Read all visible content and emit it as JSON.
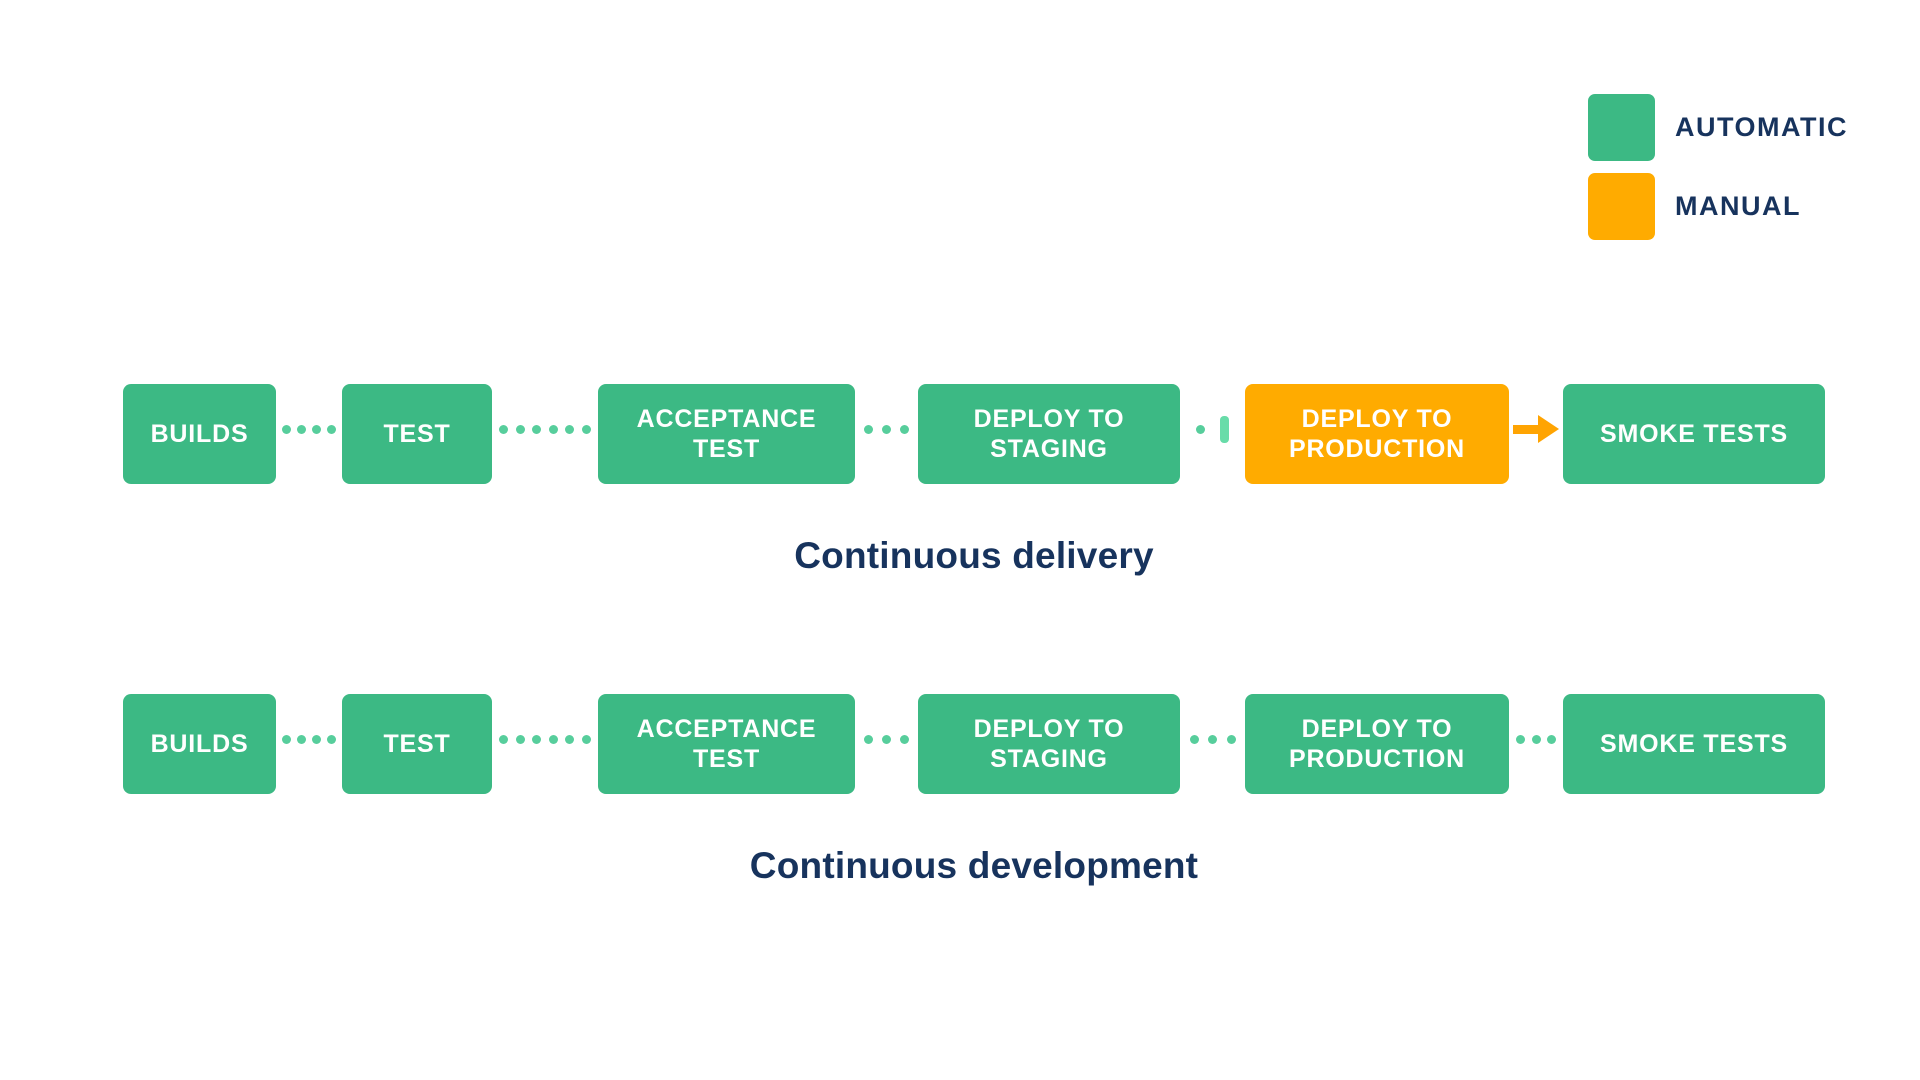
{
  "legend": {
    "items": [
      {
        "label": "AUTOMATIC",
        "type": "automatic",
        "color": "#3CB984"
      },
      {
        "label": "MANUAL",
        "type": "manual",
        "color": "#FFAB00"
      }
    ]
  },
  "colors": {
    "automatic_green": "#3CB984",
    "manual_orange": "#FFAB00",
    "connector_dot_green": "#57CE9C",
    "gate_light_green": "#68DCA9",
    "arrow_orange": "#FFA402",
    "text_navy": "#17335D",
    "stage_text_white": "#FFFFFF"
  },
  "pipelines": [
    {
      "name": "continuous-delivery",
      "caption": "Continuous delivery",
      "stages": [
        {
          "label": "BUILDS",
          "type": "automatic"
        },
        {
          "label": "TEST",
          "type": "automatic"
        },
        {
          "label": "ACCEPTANCE TEST",
          "type": "automatic"
        },
        {
          "label": "DEPLOY TO STAGING",
          "type": "automatic"
        },
        {
          "label": "DEPLOY TO PRODUCTION",
          "type": "manual"
        },
        {
          "label": "SMOKE TESTS",
          "type": "automatic"
        }
      ],
      "connectors": [
        {
          "type": "dots",
          "dots": 4
        },
        {
          "type": "dots",
          "dots": 6
        },
        {
          "type": "dots",
          "dots": 3
        },
        {
          "type": "dot-gate",
          "dots": 1
        },
        {
          "type": "arrow"
        }
      ]
    },
    {
      "name": "continuous-development",
      "caption": "Continuous development",
      "stages": [
        {
          "label": "BUILDS",
          "type": "automatic"
        },
        {
          "label": "TEST",
          "type": "automatic"
        },
        {
          "label": "ACCEPTANCE TEST",
          "type": "automatic"
        },
        {
          "label": "DEPLOY TO STAGING",
          "type": "automatic"
        },
        {
          "label": "DEPLOY TO PRODUCTION",
          "type": "automatic"
        },
        {
          "label": "SMOKE TESTS",
          "type": "automatic"
        }
      ],
      "connectors": [
        {
          "type": "dots",
          "dots": 4
        },
        {
          "type": "dots",
          "dots": 6
        },
        {
          "type": "dots",
          "dots": 3
        },
        {
          "type": "dots",
          "dots": 3
        },
        {
          "type": "dots",
          "dots": 3
        }
      ]
    }
  ]
}
